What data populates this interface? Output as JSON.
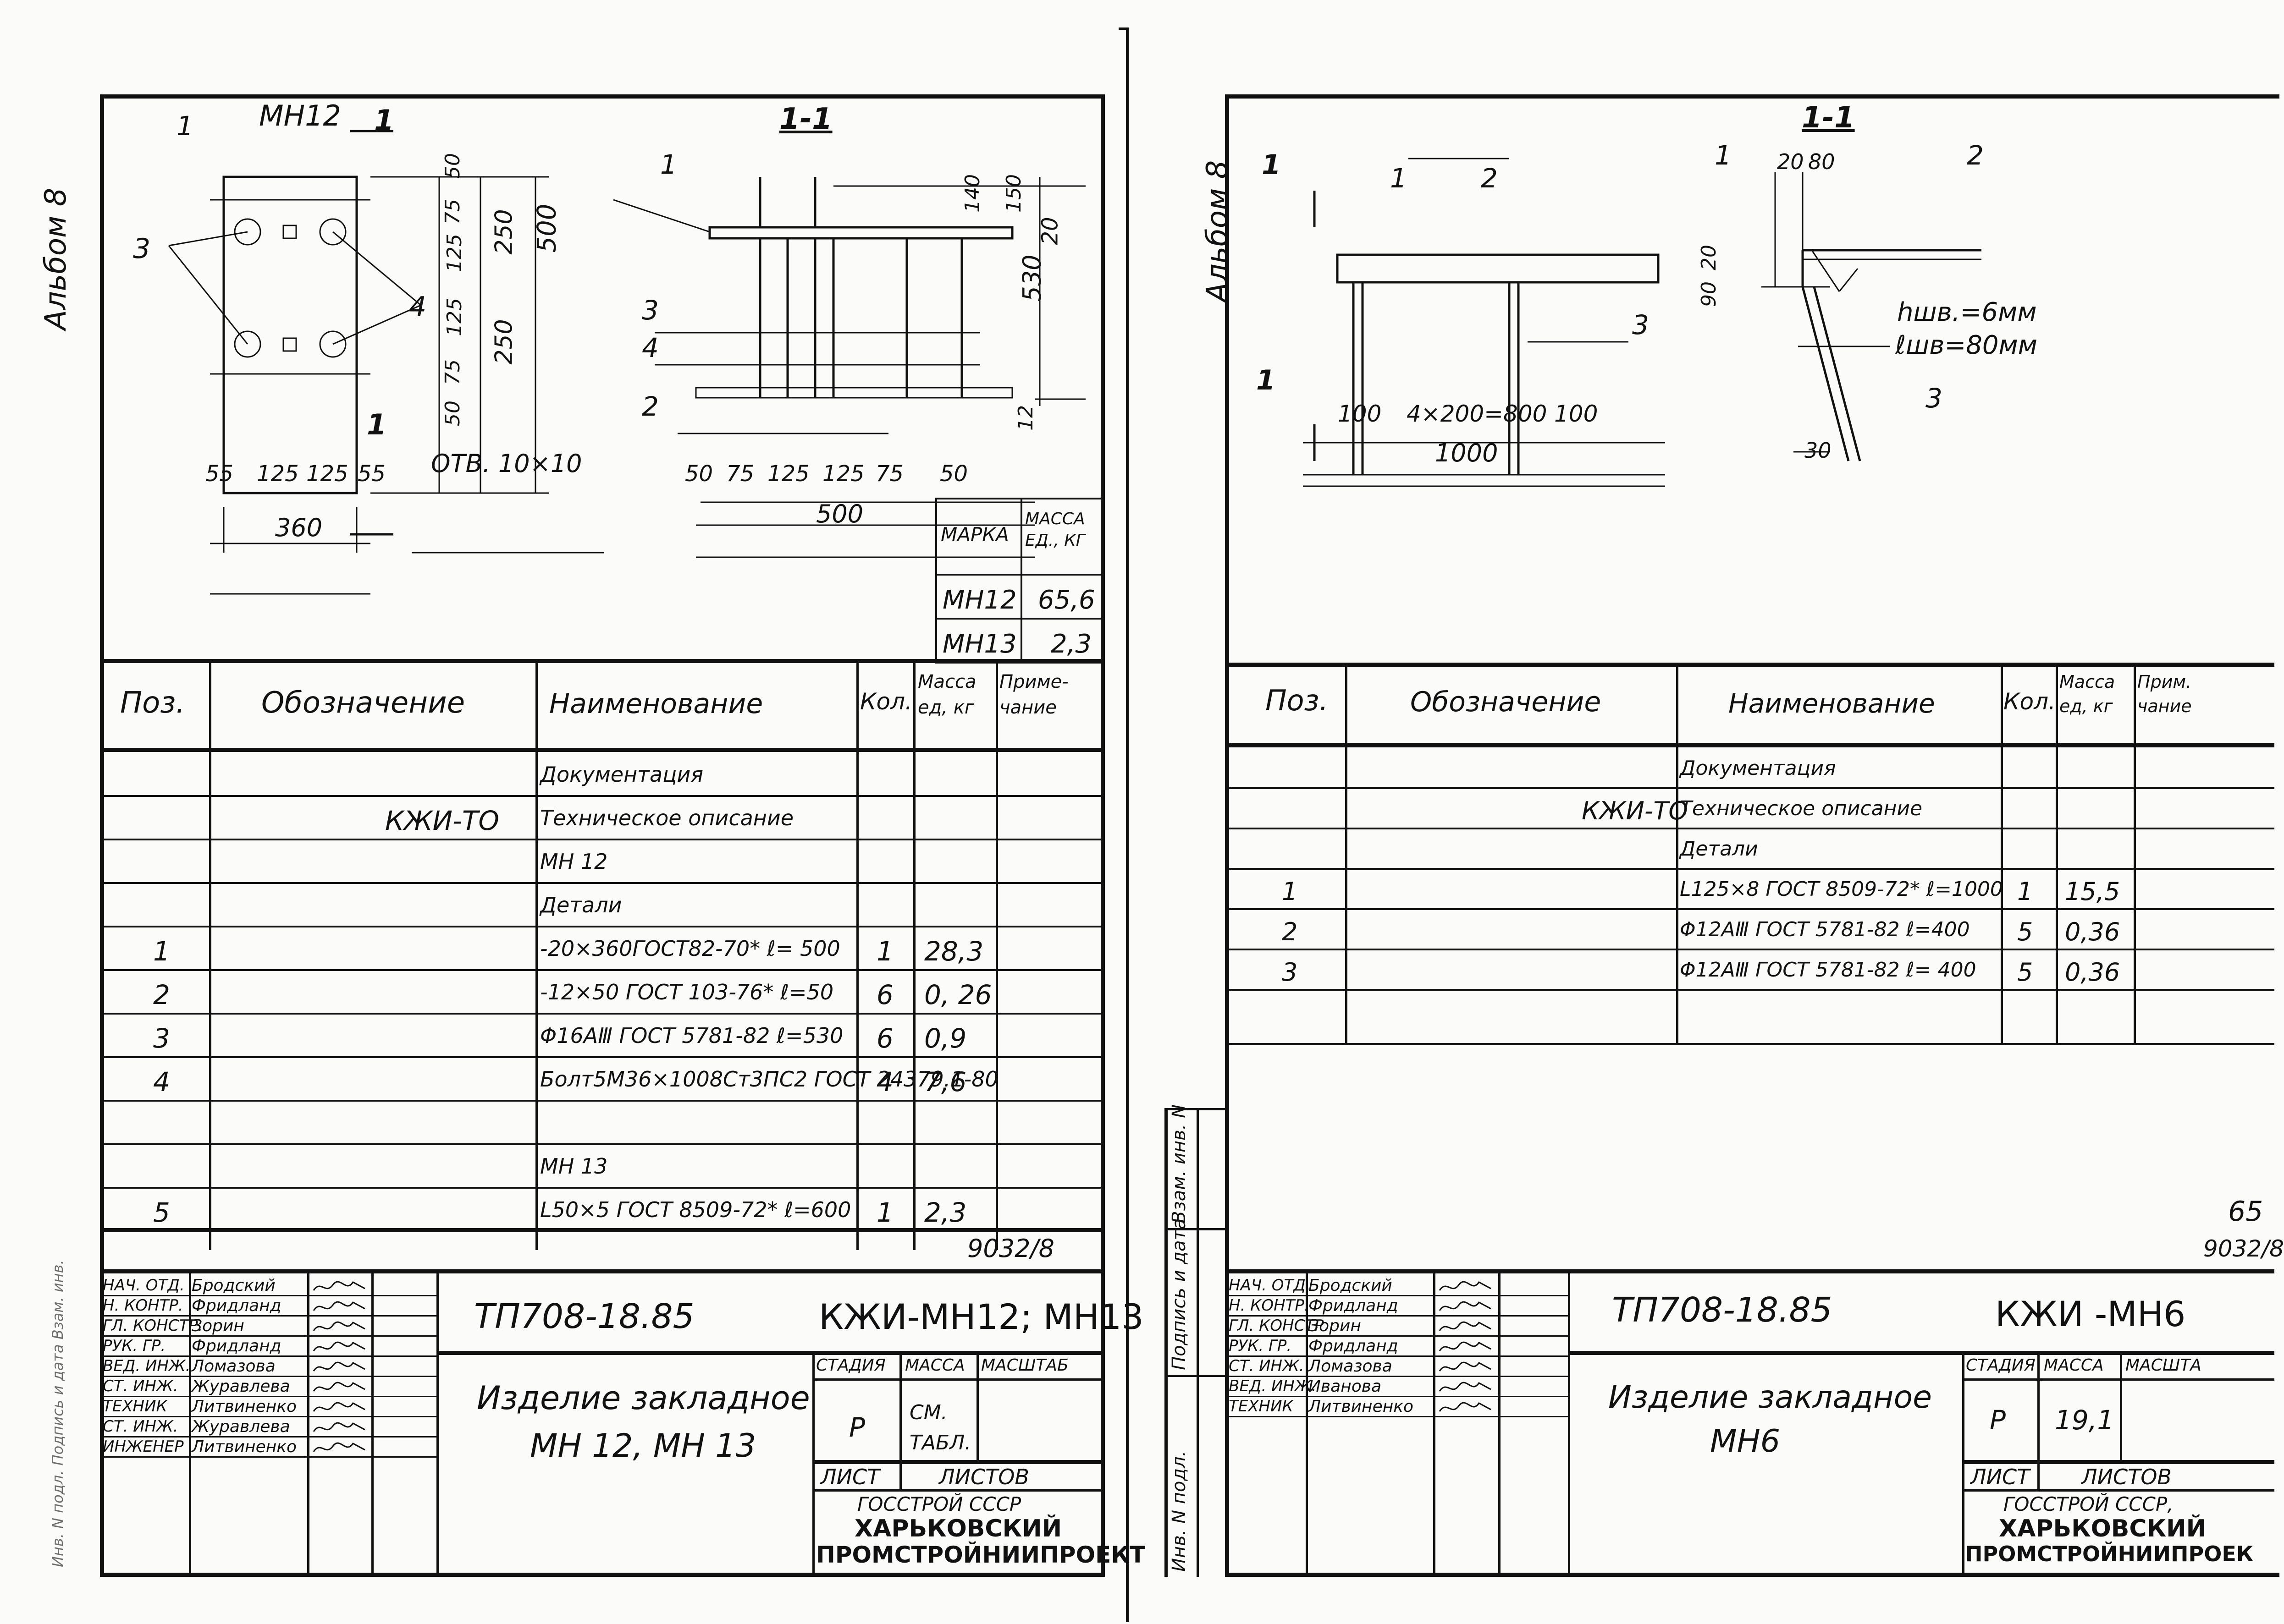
{
  "left": {
    "album_label": "Альбом 8",
    "drawing": {
      "mark_top": "МН12",
      "section_mark": "1",
      "section_title": "1-1",
      "callouts": [
        "1",
        "3",
        "4",
        "1",
        "3",
        "4",
        "2"
      ],
      "plan_dims_right": [
        "50",
        "75",
        "125",
        "125",
        "75",
        "50",
        "250",
        "250",
        "500"
      ],
      "plan_dims_bottom": [
        "55",
        "125",
        "125",
        "55"
      ],
      "plan_total": "360",
      "hole_note": "ОТВ. 10×10",
      "section_dims_bottom": [
        "50",
        "75",
        "125",
        "125",
        "75",
        "50"
      ],
      "section_total": "500",
      "section_dims_right": [
        "140",
        "150",
        "20",
        "530",
        "12"
      ]
    },
    "mass_table": {
      "headers": [
        "МАРКА",
        "МАССА ЕД., КГ"
      ],
      "rows": [
        [
          "МН12",
          "65,6"
        ],
        [
          "МН13",
          "2,3"
        ]
      ]
    },
    "spec": {
      "headers": [
        "Поз.",
        "Обозначение",
        "Наименование",
        "Кол.",
        "Масса ед, кг",
        "Приме-чание"
      ],
      "rows": [
        {
          "pos": "",
          "code": "",
          "name": "Документация",
          "qty": "",
          "mass": ""
        },
        {
          "pos": "",
          "code": "КЖИ-ТО",
          "name": "Техническое описание",
          "qty": "",
          "mass": ""
        },
        {
          "pos": "",
          "code": "",
          "name": "МН 12",
          "qty": "",
          "mass": ""
        },
        {
          "pos": "",
          "code": "",
          "name": "Детали",
          "qty": "",
          "mass": ""
        },
        {
          "pos": "1",
          "code": "",
          "name": "-20×360ГОСТ82-70* ℓ= 500",
          "qty": "1",
          "mass": "28,3"
        },
        {
          "pos": "2",
          "code": "",
          "name": "-12×50 ГОСТ 103-76* ℓ=50",
          "qty": "6",
          "mass": "0, 26"
        },
        {
          "pos": "3",
          "code": "",
          "name": "Φ16АⅢ ГОСТ 5781-82 ℓ=530",
          "qty": "6",
          "mass": "0,9"
        },
        {
          "pos": "4",
          "code": "",
          "name": "Болт5М36×1008Ст3ПС2 ГОСТ 24379.1-80",
          "qty": "4",
          "mass": "7,6"
        },
        {
          "pos": "",
          "code": "",
          "name": "",
          "qty": "",
          "mass": ""
        },
        {
          "pos": "",
          "code": "",
          "name": "МН 13",
          "qty": "",
          "mass": ""
        },
        {
          "pos": "5",
          "code": "",
          "name": "L50×5 ГОСТ 8509-72* ℓ=600",
          "qty": "1",
          "mass": "2,3"
        }
      ],
      "footnote": "9032/8"
    },
    "stamp": {
      "roles": [
        "НАЧ. ОТД.",
        "Н. КОНТР.",
        "ГЛ. КОНСТР.",
        "РУК. ГР.",
        "ВЕД. ИНЖ.",
        "СТ. ИНЖ.",
        "ТЕХНИК",
        "СТ. ИНЖ.",
        "ИНЖЕНЕР"
      ],
      "names": [
        "Бродский",
        "Фридланд",
        "Зорин",
        "Фридланд",
        "Ломазова",
        "Журавлева",
        "Литвиненко",
        "Журавлева",
        "Литвиненко"
      ],
      "project": "ТП708-18.85",
      "code": "КЖИ-МН12; МН13",
      "title": "Изделие закладное",
      "subtitle": "МН 12, МН 13",
      "stage_label": "СТАДИЯ",
      "mass_label": "МАССА",
      "scale_label": "МАСШТАБ",
      "stage": "Р",
      "mass": "СМ. ТАБЛ.",
      "sheet_label": "ЛИСТ",
      "sheets_label": "ЛИСТОВ",
      "org": [
        "ГОССТРОЙ СССР",
        "ХАРЬКОВСКИЙ",
        "ПРОМСТРОЙНИИПРОЕКТ"
      ]
    },
    "side_strip": "Инв. N подл. Подпись и дата Взам. инв."
  },
  "right": {
    "album_label": "Альбом 8",
    "drawing": {
      "section_title": "1-1",
      "callouts": [
        "1",
        "2",
        "3",
        "1",
        "2",
        "3"
      ],
      "section_marks": [
        "1",
        "1"
      ],
      "dims_bottom": [
        "100",
        "4×200=800",
        "100"
      ],
      "total": "1000",
      "sect_dims_top": [
        "20",
        "80"
      ],
      "sect_dims_left": [
        "90",
        "20"
      ],
      "sect_dim_bottom": "30",
      "weld_h": "hшв.=6мм",
      "weld_l": "ℓшв=80мм"
    },
    "spec": {
      "headers": [
        "Поз.",
        "Обозначение",
        "Наименование",
        "Кол.",
        "Масса ед, кг",
        "Прим. чание"
      ],
      "rows": [
        {
          "pos": "",
          "code": "",
          "name": "Документация",
          "qty": "",
          "mass": ""
        },
        {
          "pos": "",
          "code": "КЖИ-ТО",
          "name": "Техническое описание",
          "qty": "",
          "mass": ""
        },
        {
          "pos": "",
          "code": "",
          "name": "Детали",
          "qty": "",
          "mass": ""
        },
        {
          "pos": "1",
          "code": "",
          "name": "L125×8 ГОСТ 8509-72* ℓ=1000",
          "qty": "1",
          "mass": "15,5"
        },
        {
          "pos": "2",
          "code": "",
          "name": "Φ12АⅢ ГОСТ 5781-82 ℓ=400",
          "qty": "5",
          "mass": "0,36"
        },
        {
          "pos": "3",
          "code": "",
          "name": "Φ12АⅢ ГОСТ 5781-82 ℓ= 400",
          "qty": "5",
          "mass": "0,36"
        }
      ],
      "page_number": "65",
      "footnote": "9032/8"
    },
    "stamp": {
      "roles": [
        "НАЧ. ОТД.",
        "Н. КОНТР.",
        "ГЛ. КОНСТР.",
        "РУК. ГР.",
        "СТ. ИНЖ.",
        "ВЕД. ИНЖ.",
        "ТЕХНИК"
      ],
      "names": [
        "Бродский",
        "Фридланд",
        "Зорин",
        "Фридланд",
        "Ломазова",
        "Иванова",
        "Литвиненко"
      ],
      "project": "ТП708-18.85",
      "code": "КЖИ -МН6",
      "title": "Изделие закладное",
      "subtitle": "МН6",
      "stage_label": "СТАДИЯ",
      "mass_label": "МАССА",
      "scale_label": "МАСШТА",
      "stage": "Р",
      "mass": "19,1",
      "sheet_label": "ЛИСТ",
      "sheets_label": "ЛИСТОВ",
      "org": [
        "ГОССТРОЙ СССР,",
        "ХАРЬКОВСКИЙ",
        "ПРОМСТРОЙНИИПРОЕК"
      ]
    },
    "side_strip": [
      "Инв. N подл.",
      "Подпись и дата",
      "Взам. инв. N"
    ]
  }
}
